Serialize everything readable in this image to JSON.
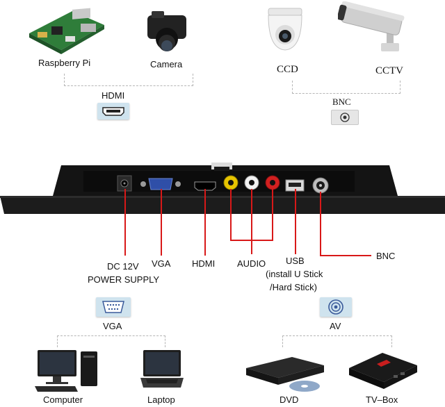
{
  "top_left": {
    "devices": [
      "Raspberry Pi",
      "Camera"
    ],
    "connector": "HDMI"
  },
  "top_right": {
    "devices": [
      "CCD",
      "CCTV"
    ],
    "connector": "BNC"
  },
  "ports": {
    "dc": "DC 12V",
    "power": "POWER SUPPLY",
    "vga": "VGA",
    "hdmi": "HDMI",
    "audio": "AUDIO",
    "usb": "USB",
    "usb_note1": "(install U Stick",
    "usb_note2": "/Hard Stick)",
    "bnc": "BNC"
  },
  "bottom_left": {
    "connector": "VGA",
    "devices": [
      "Computer",
      "Laptop"
    ]
  },
  "bottom_right": {
    "connector": "AV",
    "devices": [
      "DVD",
      "TV–Box"
    ]
  },
  "colors": {
    "cable_red": "#d81818",
    "monitor_body": "#1c1c1c",
    "badge_blue": "#cfe3ee"
  }
}
